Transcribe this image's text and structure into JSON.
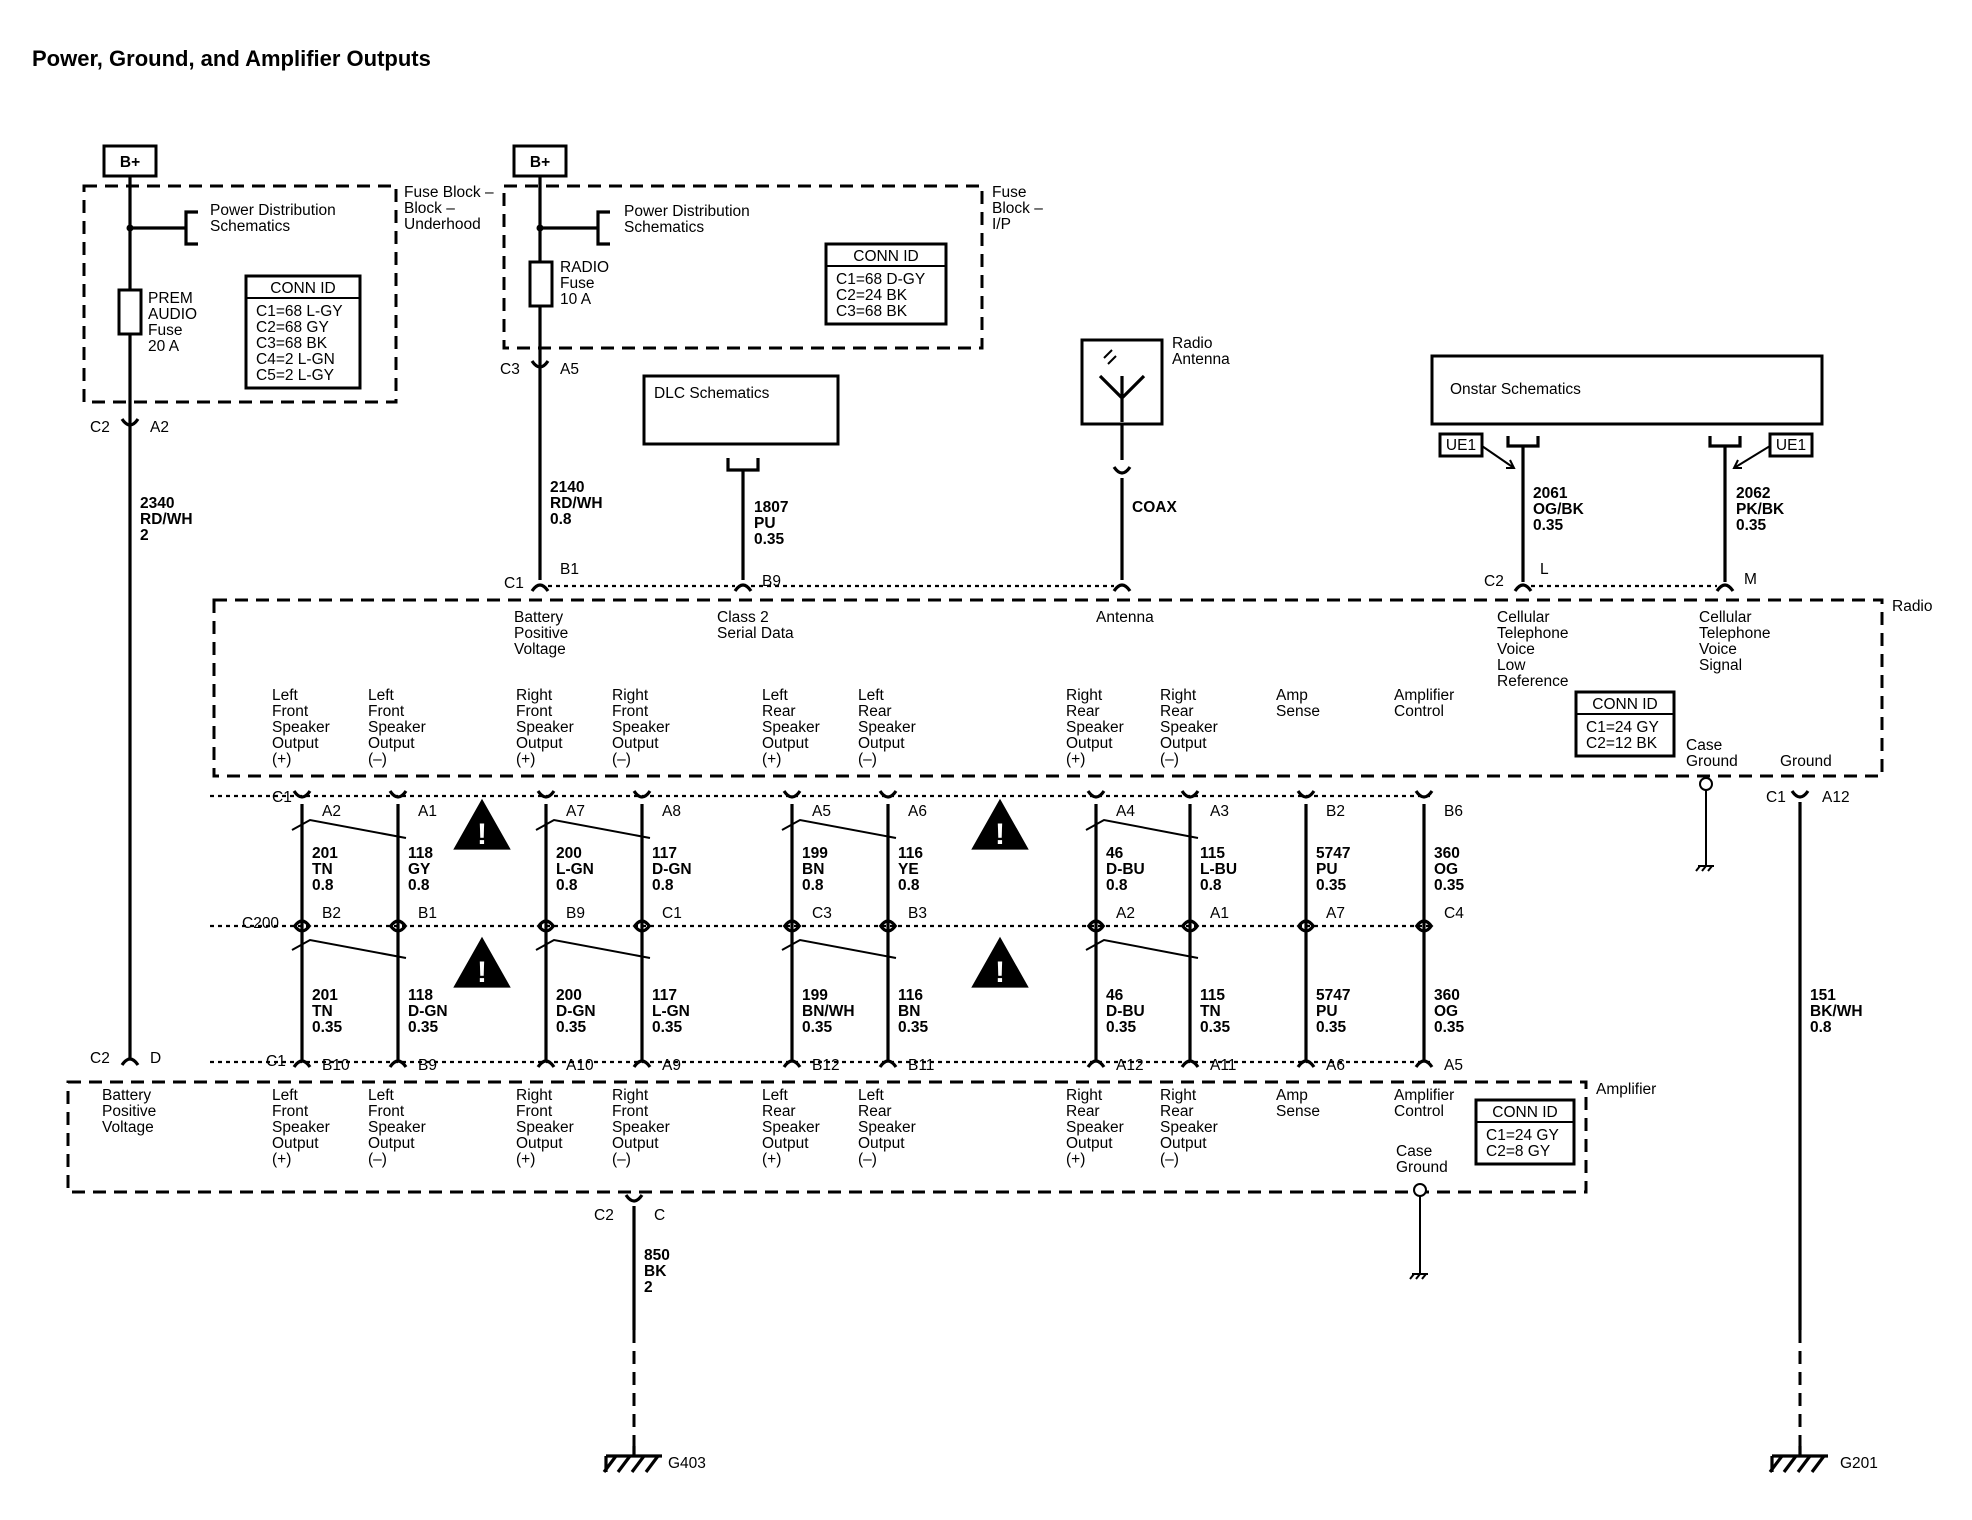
{
  "title": "Power, Ground, and Amplifier Outputs",
  "boxes": {
    "fuse_underhood": {
      "name": "Fuse Block –",
      "name2": "Underhood",
      "pds": [
        "Power Distribution",
        "Schematics"
      ],
      "fuse": [
        "PREM",
        "AUDIO",
        "Fuse",
        "20 A"
      ],
      "conn_title": "CONN ID",
      "conn": [
        "C1=68 L-GY",
        "C2=68 GY",
        "C3=68 BK",
        "C4=2 L-GN",
        "C5=2 L-GY"
      ]
    },
    "fuse_ip": {
      "name": "Fuse",
      "name2": "Block –",
      "name3": "I/P",
      "pds": [
        "Power Distribution",
        "Schematics"
      ],
      "fuse": [
        "RADIO",
        "Fuse",
        "10 A"
      ],
      "conn_title": "CONN ID",
      "conn": [
        "C1=68 D-GY",
        "C2=24 BK",
        "C3=68 BK"
      ]
    },
    "dlc": "DLC Schematics",
    "onstar": "Onstar Schematics",
    "antenna": [
      "Radio",
      "Antenna"
    ],
    "radio": {
      "name": "Radio",
      "conn_title": "CONN ID",
      "conn": [
        "C1=24 GY",
        "C2=12 BK"
      ]
    },
    "amplifier": {
      "name": "Amplifier",
      "conn_title": "CONN ID",
      "conn": [
        "C1=24 GY",
        "C2=8 GY"
      ]
    }
  },
  "labels": {
    "bplus": "B+",
    "ue1": "UE1",
    "coax": "COAX",
    "c1": "C1",
    "c2": "C2",
    "c3": "C3",
    "c200": "C200",
    "a2": "A2",
    "a5": "A5",
    "b1": "B1",
    "b9": "B9",
    "l": "L",
    "m": "M",
    "a12": "A12",
    "d": "D",
    "c": "C",
    "g403": "G403",
    "g201": "G201"
  },
  "wires": {
    "w2340": [
      "2340",
      "RD/WH",
      "2"
    ],
    "w2140": [
      "2140",
      "RD/WH",
      "0.8"
    ],
    "w1807": [
      "1807",
      "PU",
      "0.35"
    ],
    "w2061": [
      "2061",
      "OG/BK",
      "0.35"
    ],
    "w2062": [
      "2062",
      "PK/BK",
      "0.35"
    ],
    "w151": [
      "151",
      "BK/WH",
      "0.8"
    ],
    "w850": [
      "850",
      "BK",
      "2"
    ]
  },
  "radio_top_pins": [
    [
      "Battery",
      "Positive",
      "Voltage"
    ],
    [
      "Class 2",
      "Serial Data"
    ],
    [
      "Antenna"
    ],
    [
      "Cellular",
      "Telephone",
      "Voice",
      "Low",
      "Reference"
    ],
    [
      "Cellular",
      "Telephone",
      "Voice",
      "Signal"
    ]
  ],
  "outputs": [
    [
      "Left",
      "Front",
      "Speaker",
      "Output",
      "(+)"
    ],
    [
      "Left",
      "Front",
      "Speaker",
      "Output",
      "(–)"
    ],
    [
      "Right",
      "Front",
      "Speaker",
      "Output",
      "(+)"
    ],
    [
      "Right",
      "Front",
      "Speaker",
      "Output",
      "(–)"
    ],
    [
      "Left",
      "Rear",
      "Speaker",
      "Output",
      "(+)"
    ],
    [
      "Left",
      "Rear",
      "Speaker",
      "Output",
      "(–)"
    ],
    [
      "Right",
      "Rear",
      "Speaker",
      "Output",
      "(+)"
    ],
    [
      "Right",
      "Rear",
      "Speaker",
      "Output",
      "(–)"
    ],
    [
      "Amp",
      "Sense"
    ],
    [
      "Amplifier",
      "Control"
    ]
  ],
  "radio_extra": {
    "case_ground": [
      "Case",
      "Ground"
    ],
    "ground": "Ground"
  },
  "amp_extra": {
    "battery": [
      "Battery",
      "Positive",
      "Voltage"
    ],
    "case_ground": [
      "Case",
      "Ground"
    ]
  },
  "channels": [
    {
      "p1": "A2",
      "w1": [
        "201",
        "TN",
        "0.8"
      ],
      "p2": "B2",
      "w2": [
        "201",
        "TN",
        "0.35"
      ],
      "p3": "B10"
    },
    {
      "p1": "A1",
      "w1": [
        "118",
        "GY",
        "0.8"
      ],
      "p2": "B1",
      "w2": [
        "118",
        "D-GN",
        "0.35"
      ],
      "p3": "B9"
    },
    {
      "p1": "A7",
      "w1": [
        "200",
        "L-GN",
        "0.8"
      ],
      "p2": "B9",
      "w2": [
        "200",
        "D-GN",
        "0.35"
      ],
      "p3": "A10"
    },
    {
      "p1": "A8",
      "w1": [
        "117",
        "D-GN",
        "0.8"
      ],
      "p2": "C1",
      "w2": [
        "117",
        "L-GN",
        "0.35"
      ],
      "p3": "A9"
    },
    {
      "p1": "A5",
      "w1": [
        "199",
        "BN",
        "0.8"
      ],
      "p2": "C3",
      "w2": [
        "199",
        "BN/WH",
        "0.35"
      ],
      "p3": "B12"
    },
    {
      "p1": "A6",
      "w1": [
        "116",
        "YE",
        "0.8"
      ],
      "p2": "B3",
      "w2": [
        "116",
        "BN",
        "0.35"
      ],
      "p3": "B11"
    },
    {
      "p1": "A4",
      "w1": [
        "46",
        "D-BU",
        "0.8"
      ],
      "p2": "A2",
      "w2": [
        "46",
        "D-BU",
        "0.35"
      ],
      "p3": "A12"
    },
    {
      "p1": "A3",
      "w1": [
        "115",
        "L-BU",
        "0.8"
      ],
      "p2": "A1",
      "w2": [
        "115",
        "TN",
        "0.35"
      ],
      "p3": "A11"
    },
    {
      "p1": "B2",
      "w1": [
        "5747",
        "PU",
        "0.35"
      ],
      "p2": "A7",
      "w2": [
        "5747",
        "PU",
        "0.35"
      ],
      "p3": "A6"
    },
    {
      "p1": "B6",
      "w1": [
        "360",
        "OG",
        "0.35"
      ],
      "p2": "C4",
      "w2": [
        "360",
        "OG",
        "0.35"
      ],
      "p3": "A5"
    }
  ]
}
